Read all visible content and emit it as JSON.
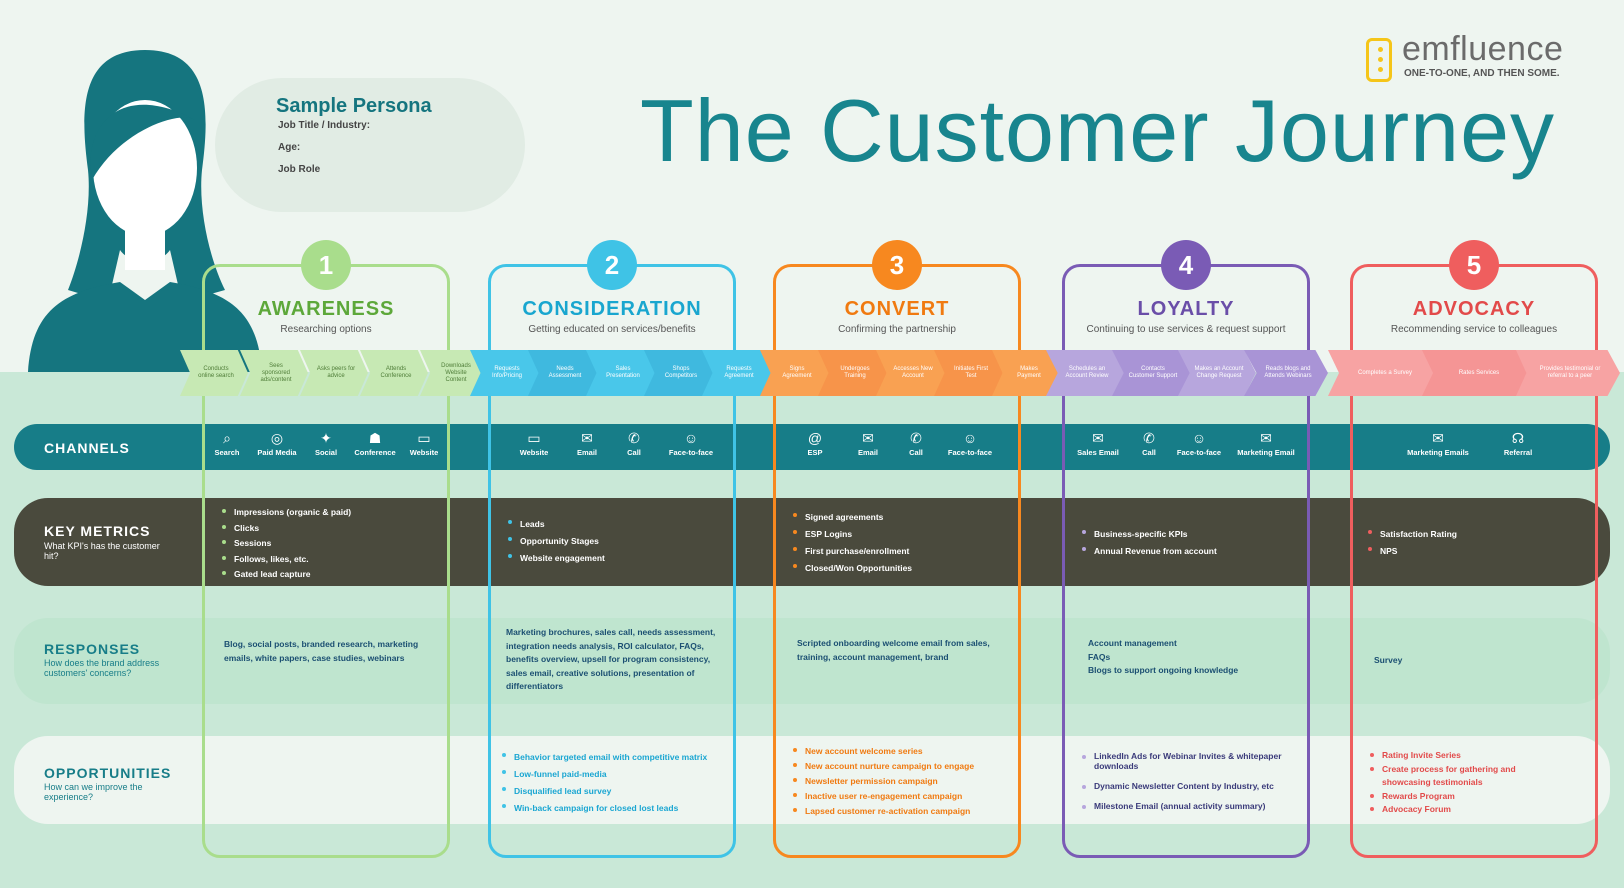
{
  "brand": {
    "name": "emfluence",
    "tagline": "ONE-TO-ONE, AND THEN SOME."
  },
  "title": "The Customer Journey",
  "persona": {
    "name": "Sample Persona",
    "fields": [
      "Job Title / Industry:",
      "Age:",
      "Job Role"
    ]
  },
  "colors": {
    "awareness": "#8fd16b",
    "consideration": "#3fc3e6",
    "convert": "#f7881f",
    "loyalty": "#7a5bb5",
    "advocacy": "#ef5e5e",
    "teal": "#177d88",
    "dark": "#4a4a3d"
  },
  "rows": {
    "channels": {
      "label": "CHANNELS"
    },
    "metrics": {
      "label": "KEY METRICS",
      "sub": "What KPI's has the customer hit?"
    },
    "responses": {
      "label": "RESPONSES",
      "sub": "How does the brand address customers' concerns?"
    },
    "opportunities": {
      "label": "OPPORTUNITIES",
      "sub": "How can we improve the experience?"
    }
  },
  "phases": [
    {
      "num": "1",
      "name": "AWARENESS",
      "subtitle": "Researching options",
      "steps": [
        "Conducts online search",
        "Sees sponsored ads/content",
        "Asks peers for advice",
        "Attends Conference",
        "Downloads Website Content"
      ],
      "channels": [
        {
          "icon": "search-icon",
          "glyph": "⌕",
          "label": "Search"
        },
        {
          "icon": "paid-media-icon",
          "glyph": "◎",
          "label": "Paid Media"
        },
        {
          "icon": "social-icon",
          "glyph": "✦",
          "label": "Social"
        },
        {
          "icon": "conference-icon",
          "glyph": "☗",
          "label": "Conference"
        },
        {
          "icon": "website-icon",
          "glyph": "▭",
          "label": "Website"
        }
      ],
      "metrics": [
        "Impressions (organic & paid)",
        "Clicks",
        "Sessions",
        "Follows, likes, etc.",
        "Gated lead capture"
      ],
      "responses": "Blog, social posts, branded research, marketing emails, white papers, case studies, webinars",
      "opportunities": []
    },
    {
      "num": "2",
      "name": "CONSIDERATION",
      "subtitle": "Getting educated on services/benefits",
      "steps": [
        "Requests Info/Pricing",
        "Needs Assessment",
        "Sales Presentation",
        "Shops Competitors",
        "Requests Agreement"
      ],
      "channels": [
        {
          "icon": "website-icon",
          "glyph": "▭",
          "label": "Website"
        },
        {
          "icon": "email-icon",
          "glyph": "✉",
          "label": "Email"
        },
        {
          "icon": "call-icon",
          "glyph": "✆",
          "label": "Call"
        },
        {
          "icon": "chat-icon",
          "glyph": "☺",
          "label": "Face-to-face"
        }
      ],
      "metrics": [
        "Leads",
        "Opportunity Stages",
        "Website engagement"
      ],
      "responses": "Marketing brochures, sales call, needs assessment, integration needs analysis, ROI calculator, FAQs, benefits overview, upsell for program consistency, sales email, creative solutions, presentation of differentiators",
      "opportunities": [
        "Behavior targeted email with competitive matrix",
        "Low-funnel paid-media",
        "Disqualified lead survey",
        "Win-back campaign for closed lost leads"
      ]
    },
    {
      "num": "3",
      "name": "CONVERT",
      "subtitle": "Confirming the partnership",
      "steps": [
        "Signs Agreement",
        "Undergoes Training",
        "Accesses New Account",
        "Initiates First Test",
        "Makes Payment"
      ],
      "channels": [
        {
          "icon": "esp-icon",
          "glyph": "@",
          "label": "ESP"
        },
        {
          "icon": "email-icon",
          "glyph": "✉",
          "label": "Email"
        },
        {
          "icon": "call-icon",
          "glyph": "✆",
          "label": "Call"
        },
        {
          "icon": "chat-icon",
          "glyph": "☺",
          "label": "Face-to-face"
        }
      ],
      "metrics": [
        "Signed agreements",
        "ESP Logins",
        "First purchase/enrollment",
        "Closed/Won Opportunities"
      ],
      "responses": "Scripted onboarding welcome email from sales, training, account management, brand",
      "opportunities": [
        "New account welcome series",
        "New account nurture campaign to engage",
        "Newsletter permission campaign",
        "Inactive user re-engagement campaign",
        "Lapsed customer re-activation campaign"
      ]
    },
    {
      "num": "4",
      "name": "LOYALTY",
      "subtitle": "Continuing to use services & request support",
      "steps": [
        "Schedules an Account Review",
        "Contacts Customer Support",
        "Makes an Account Change Request",
        "Reads blogs and Attends Webinars"
      ],
      "channels": [
        {
          "icon": "email-icon",
          "glyph": "✉",
          "label": "Sales Email"
        },
        {
          "icon": "call-icon",
          "glyph": "✆",
          "label": "Call"
        },
        {
          "icon": "chat-icon",
          "glyph": "☺",
          "label": "Face-to-face"
        },
        {
          "icon": "email-icon",
          "glyph": "✉",
          "label": "Marketing Email"
        }
      ],
      "metrics": [
        "Business-specific KPIs",
        "Annual Revenue from account"
      ],
      "responses": "Account management\nFAQs\nBlogs to support ongoing knowledge",
      "opportunities": [
        "LinkedIn Ads for Webinar Invites & whitepaper downloads",
        "Dynamic Newsletter Content by Industry, etc",
        "Milestone Email (annual activity summary)"
      ]
    },
    {
      "num": "5",
      "name": "ADVOCACY",
      "subtitle": "Recommending service to colleagues",
      "steps": [
        "Completes a Survey",
        "Rates Services",
        "Provides testimonial or referral to a peer"
      ],
      "channels": [
        {
          "icon": "email-icon",
          "glyph": "✉",
          "label": "Marketing Emails"
        },
        {
          "icon": "referral-icon",
          "glyph": "☊",
          "label": "Referral"
        }
      ],
      "metrics": [
        "Satisfaction Rating",
        "NPS"
      ],
      "responses": "Survey",
      "opportunities": [
        "Rating Invite Series",
        "Create process for gathering and showcasing testimonials",
        "Rewards Program",
        "Advocacy Forum"
      ]
    }
  ]
}
